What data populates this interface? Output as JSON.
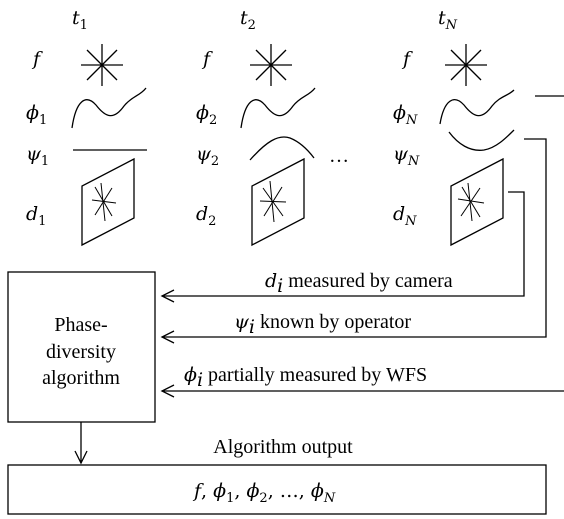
{
  "columns": [
    {
      "time": "t",
      "time_sub": "1",
      "f": "f",
      "phi": "ϕ",
      "phi_sub": "1",
      "psi": "ψ",
      "psi_sub": "1",
      "d": "d",
      "d_sub": "1"
    },
    {
      "time": "t",
      "time_sub": "2",
      "f": "f",
      "phi": "ϕ",
      "phi_sub": "2",
      "psi": "ψ",
      "psi_sub": "2",
      "d": "d",
      "d_sub": "2"
    },
    {
      "time": "t",
      "time_sub": "N",
      "f": "f",
      "phi": "ϕ",
      "phi_sub": "N",
      "psi": "ψ",
      "psi_sub": "N",
      "d": "d",
      "d_sub": "N"
    }
  ],
  "ellipsis": "…",
  "algorithm_box": {
    "line1": "Phase-",
    "line2": "diversity",
    "line3": "algorithm"
  },
  "arrows": {
    "d_label": {
      "sym": "d",
      "sub": "i",
      "text": " measured by camera"
    },
    "psi_label": {
      "sym": "ψ",
      "sub": "i",
      "text": " known by operator"
    },
    "phi_label": {
      "sym": "ϕ",
      "sub": "i",
      "text": " partially measured by WFS"
    }
  },
  "output": {
    "title": "Algorithm output",
    "items": [
      {
        "sym": "f",
        "sub": ""
      },
      {
        "sym": "ϕ",
        "sub": "1"
      },
      {
        "sym": "ϕ",
        "sub": "2"
      },
      {
        "sym": "…",
        "sub": ""
      },
      {
        "sym": "ϕ",
        "sub": "N"
      }
    ]
  }
}
